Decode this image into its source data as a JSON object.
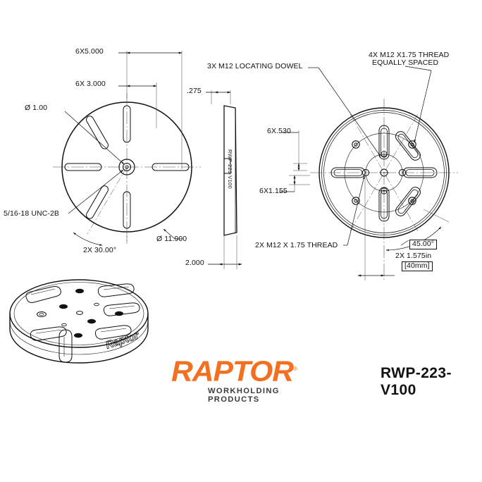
{
  "document": {
    "type": "engineering-drawing",
    "part_number": "RWP-223-V100",
    "brand": {
      "wordmark": "RAPTOR",
      "trademark": "®",
      "tagline": "WORKHOLDING PRODUCTS",
      "color": "#F37021",
      "tagline_color": "#3b3b3b"
    }
  },
  "views": {
    "front": {
      "name": "front-view",
      "diameter_label": "Ø 11.900",
      "center_bore_label": "Ø 1.00",
      "tapped_hole_label": "5/16-18 UNC-2B",
      "angle_label": "2X 30.00°",
      "slot_pcd_outer": "6X5.000",
      "slot_pcd_inner": "6X 3.000"
    },
    "side": {
      "name": "side-view",
      "thickness_label": "2.000",
      "step_label": ".275",
      "engraved_text": "RWP-223-V100"
    },
    "back": {
      "name": "back-view",
      "dowel_label": "3X M12 LOCATING DOWEL",
      "thread_label_line1": "4X M12 X1.75 THREAD",
      "thread_label_line2": "EQUALLY SPACED",
      "thread_2x_label": "2X M12 X 1.75 THREAD",
      "slot_width_label": "6X.530",
      "slot_length_label": "6X1.155",
      "angle_label": "45.00°",
      "offset_label_in": "2X 1.575in",
      "offset_label_mm": "[40mm]"
    },
    "isometric": {
      "name": "isometric-view",
      "rim_text": "Raptor"
    }
  },
  "colors": {
    "line": "#111111",
    "thin_line": "#333333",
    "accent": "#F37021",
    "background": "#ffffff"
  }
}
